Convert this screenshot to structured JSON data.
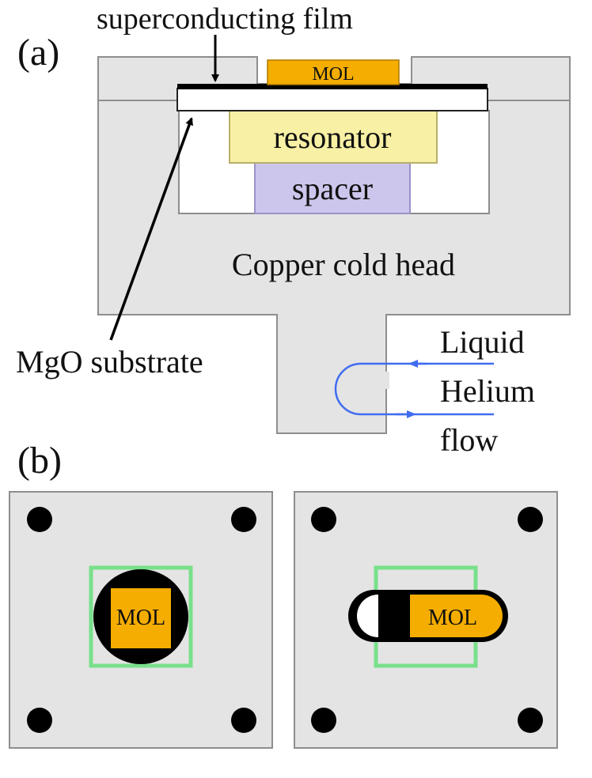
{
  "panel_a": {
    "label": "(a)",
    "film_label": "superconducting film",
    "mol_label": "MOL",
    "resonator_label": "resonator",
    "spacer_label": "spacer",
    "cold_head_label": "Copper cold head",
    "substrate_label": "MgO substrate",
    "helium_line1": "Liquid",
    "helium_line2": "Helium",
    "helium_line3": "flow"
  },
  "panel_b": {
    "label": "(b)",
    "left_mol_label": "MOL",
    "right_mol_label": "MOL"
  },
  "colors": {
    "copper_gray": "#e4e4e4",
    "outline": "#8e8e8e",
    "mol": "#f4ad00",
    "resonator": "#f8f0a4",
    "spacer": "#cdc6ec",
    "green_frame": "#78e08a",
    "helium_arrow": "#3f6cf0",
    "black": "#000000"
  }
}
